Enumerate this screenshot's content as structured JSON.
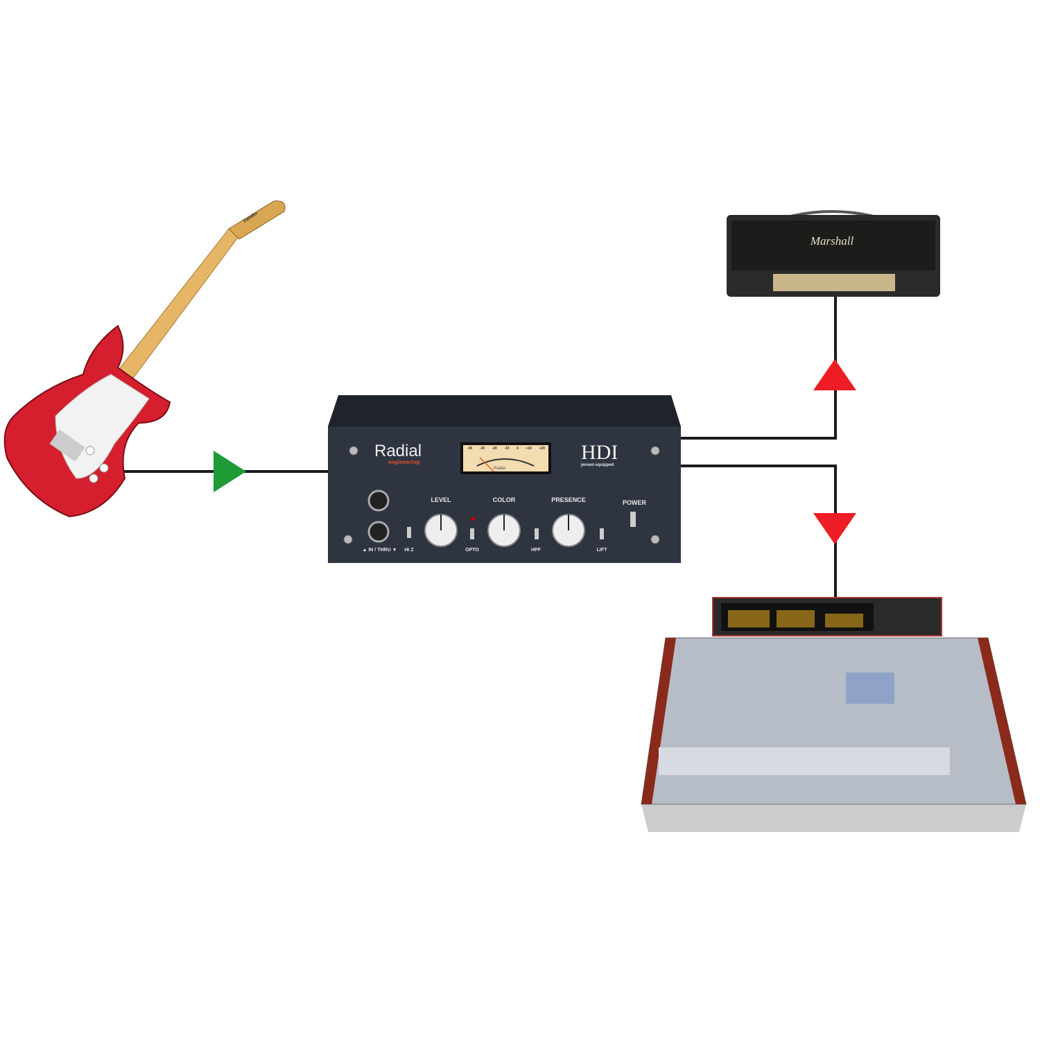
{
  "colors": {
    "signal_in": "#1e9a37",
    "signal_out": "#ee1c24",
    "cable": "#1a1a1a",
    "unit_panel": "#2e3440"
  },
  "devices": {
    "guitar": {
      "brand": "Fender"
    },
    "di_box": {
      "brand": "Radial",
      "brand_sub": "engineering",
      "model": "HDI",
      "model_sub": "jensen equipped",
      "meter_scale": [
        "-40",
        "-30",
        "-20",
        "-10",
        "0",
        "+10",
        "+20"
      ],
      "meter_brand": "Radial",
      "knobs": [
        "LEVEL",
        "COLOR",
        "PRESENCE"
      ],
      "switches": [
        "HI Z",
        "OPTO",
        "HPF",
        "LIFT"
      ],
      "power_label": "POWER",
      "jack_label": "▲ IN / THRU ▼"
    },
    "amp": {
      "brand": "Marshall"
    },
    "console": {}
  }
}
